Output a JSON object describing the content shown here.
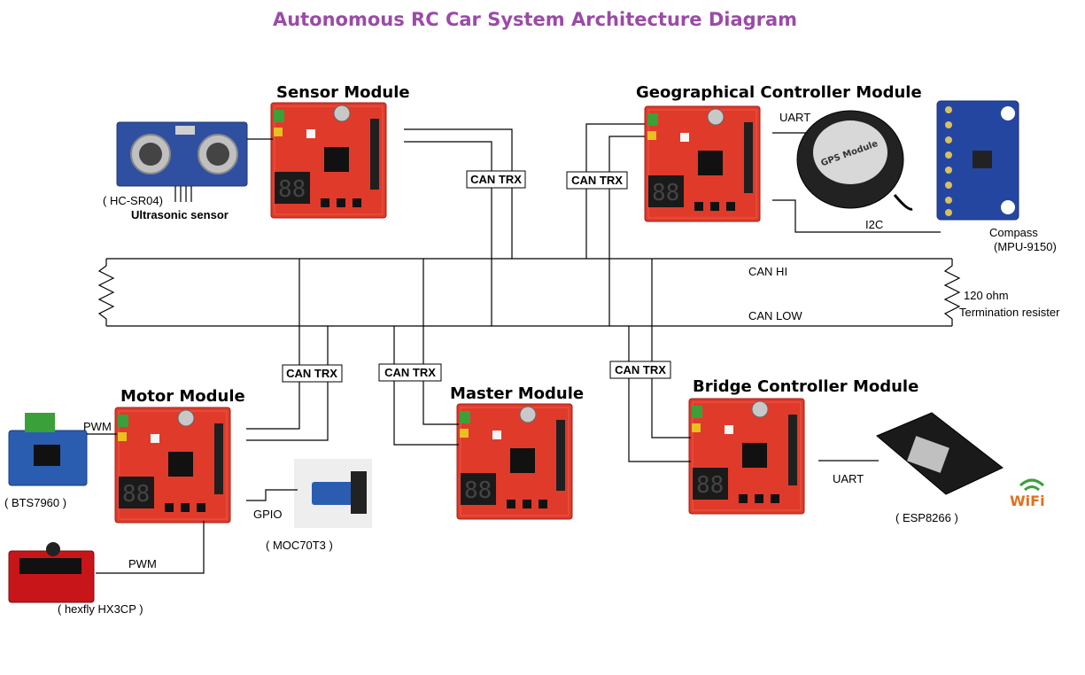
{
  "title": "Autonomous RC Car System Architecture Diagram",
  "modules": {
    "sensor": "Sensor Module",
    "geo": "Geographical Controller Module",
    "motor": "Motor Module",
    "master": "Master Module",
    "bridge": "Bridge Controller Module"
  },
  "bus": {
    "hi": "CAN HI",
    "low": "CAN LOW",
    "termination_1": "120 ohm",
    "termination_2": "Termination resister"
  },
  "trx_label": "CAN TRX",
  "devices": {
    "hcsr04_caption": "( HC-SR04)",
    "ultrasonic": "Ultrasonic sensor",
    "compass_1": "Compass",
    "compass_2": "(MPU-9150)",
    "bts": "( BTS7960 )",
    "servo": "( hexfly HX3CP )",
    "moc": "( MOC70T3 )",
    "esp": "( ESP8266 )",
    "wifi": "WiFi",
    "gps_text": "GPS Module"
  },
  "links": {
    "uart_geo": "UART",
    "i2c": "I2C",
    "pwm_top": "PWM",
    "pwm_bottom": "PWM",
    "gpio": "GPIO",
    "uart_bridge": "UART"
  },
  "colors": {
    "title": "#9b4aa8",
    "board": "#e03a2a",
    "board_dark": "#b8281b"
  }
}
